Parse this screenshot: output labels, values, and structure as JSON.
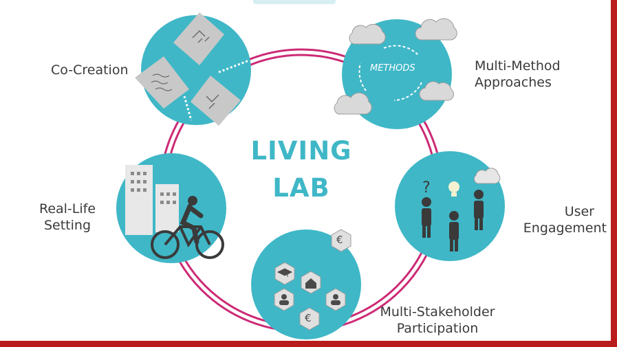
{
  "title_line1": "LIVING",
  "title_line2": "LAB",
  "nodes": [
    {
      "lines": [
        "Co-Creation"
      ],
      "icon": "blueprint-papers-icon"
    },
    {
      "lines": [
        "Multi-Method",
        "Approaches"
      ],
      "icon": "methods-clouds-icon",
      "inner_text": "METHODS"
    },
    {
      "lines": [
        "User",
        "Engagement"
      ],
      "icon": "people-ideas-icon"
    },
    {
      "lines": [
        "Multi-Stakeholder",
        "Participation"
      ],
      "icon": "hexagon-stakeholders-icon",
      "euro": "€"
    },
    {
      "lines": [
        "Real-Life",
        "Setting"
      ],
      "icon": "city-bicycle-icon"
    }
  ],
  "colors": {
    "ring": "#cc2a75",
    "circle": "#3fb7c7",
    "frame": "#b81c1c",
    "text": "#3a3a3a",
    "paper": "#c8c8c8"
  }
}
